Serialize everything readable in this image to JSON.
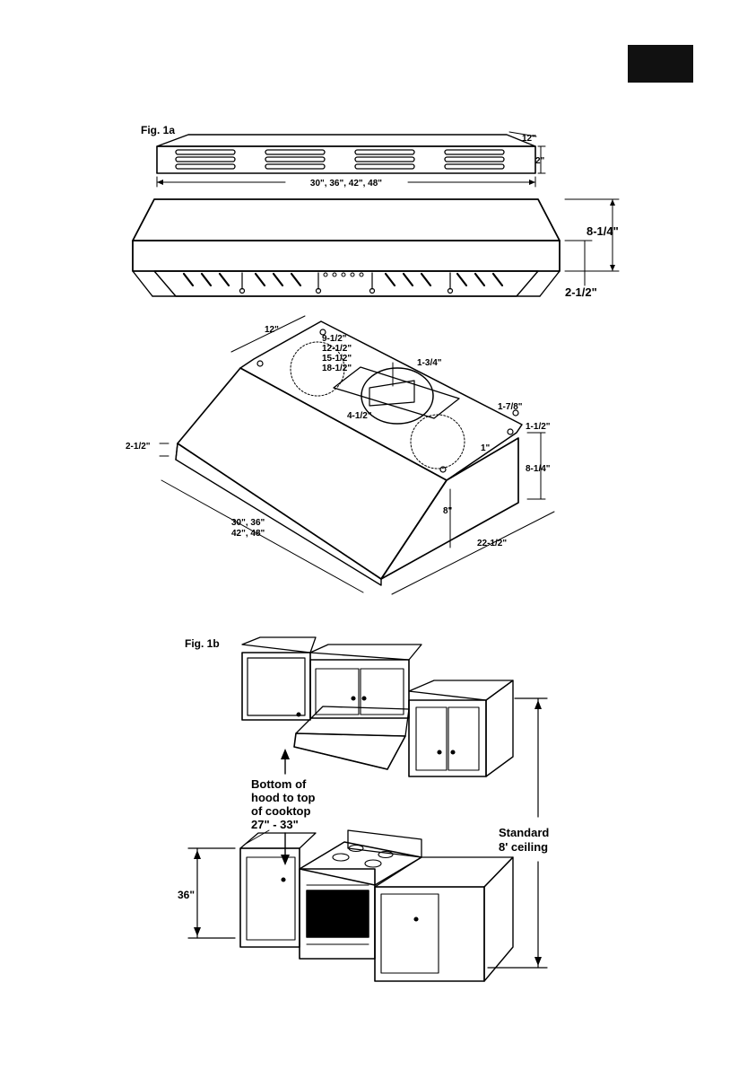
{
  "page": {
    "tab_color": "#111111"
  },
  "fig1a": {
    "label": "Fig. 1a",
    "depth_12": "12\"",
    "height_2": "2\"",
    "widths": "30\", 36\", 42\", 48\"",
    "front_height": "8-1/4\"",
    "front_lip": "2-1/2\"",
    "iso": {
      "depth_12": "12\"",
      "offsets": [
        "9-1/2\"",
        "12-1/2\"",
        "15-1/2\"",
        "18-1/2\""
      ],
      "d_1_3_4": "1-3/4\"",
      "d_4_1_2": "4-1/2\"",
      "d_1_7_8": "1-7/8\"",
      "d_1_1_2": "1-1/2\"",
      "d_1": "1\"",
      "side_height": "8-1/4\"",
      "lip": "2-1/2\"",
      "widths_line1": "30\", 36\"",
      "widths_line2": "42\", 48\"",
      "height_8": "8\"",
      "depth_22_1_2": "22-1/2\""
    }
  },
  "fig1b": {
    "label": "Fig. 1b",
    "clearance_lines": [
      "Bottom of",
      "hood to top",
      "of cooktop",
      "27\" - 33\""
    ],
    "counter_height": "36\"",
    "ceiling_lines": [
      "Standard",
      "8' ceiling"
    ]
  }
}
